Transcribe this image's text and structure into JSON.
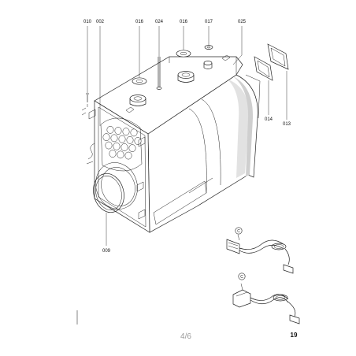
{
  "part_labels": {
    "p010": "010",
    "p002": "002",
    "p016a": "016",
    "p024": "024",
    "p016b": "016",
    "p017": "017",
    "p025": "025",
    "p014": "014",
    "p013": "013",
    "p009": "009"
  },
  "variant_marks": {
    "mark1": "C",
    "mark2": "C"
  },
  "footer": {
    "page_indicator": "4/6",
    "page_number": "19"
  }
}
